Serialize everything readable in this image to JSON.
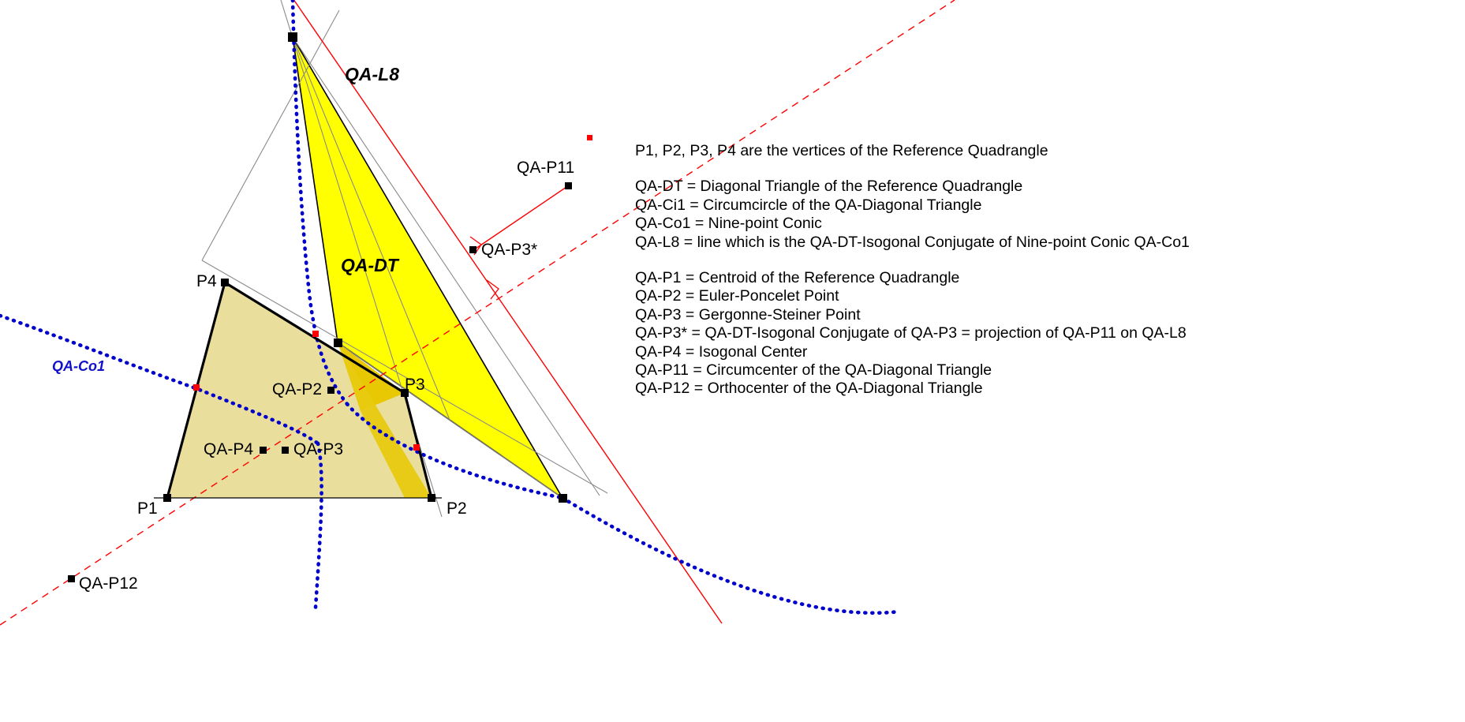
{
  "figure": {
    "title_label": "QA-DT",
    "line_label": "QA-L8",
    "conic_label": "QA-Co1",
    "point_labels": {
      "p1": "P1",
      "p2": "P2",
      "p3": "P3",
      "p4": "P4",
      "qa_p2": "QA-P2",
      "qa_p3": "QA-P3",
      "qa_p4": "QA-P4",
      "qa_p11": "QA-P11",
      "qa_p12": "QA-P12",
      "qa_p3star": "QA-P3*"
    },
    "colors": {
      "dt_fill": "#ffff00",
      "quadrangle_fill": "#e8dc96",
      "line_l8": "#ff0000",
      "conic_co1": "#0000cc",
      "dashed_red": "#ff0000",
      "cevian_gray": "#808080",
      "point_marker": "#000000",
      "conic_node": "#ff0000"
    }
  },
  "legend": {
    "intro": [
      "P1, P2, P3, P4 are the vertices of the Reference Quadrangle"
    ],
    "objects": [
      "QA-DT = Diagonal Triangle of the Reference Quadrangle",
      "QA-Ci1 = Circumcircle of the QA-Diagonal Triangle",
      "QA-Co1 = Nine-point Conic",
      "QA-L8 = line which is the QA-DT-Isogonal Conjugate of Nine-point Conic QA-Co1"
    ],
    "points": [
      "QA-P1 = Centroid of the Reference Quadrangle",
      "QA-P2 = Euler-Poncelet Point",
      "QA-P3 = Gergonne-Steiner Point",
      "QA-P3* = QA-DT-Isogonal Conjugate of QA-P3 = projection of QA-P11 on QA-L8",
      "QA-P4 = Isogonal Center",
      "QA-P11 = Circumcenter of the QA-Diagonal Triangle",
      "QA-P12 = Orthocenter of the QA-Diagonal Triangle"
    ]
  }
}
